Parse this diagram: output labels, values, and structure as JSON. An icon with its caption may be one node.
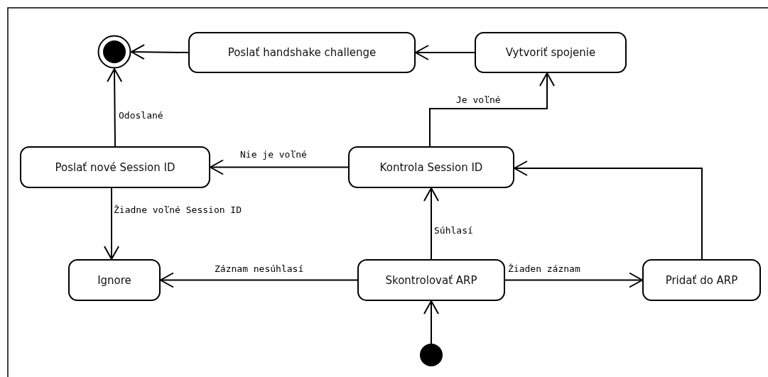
{
  "diagram": {
    "nodes": [
      {
        "text": [],
        "shape": "circle"
      },
      {
        "text": [
          "Poslať handshake challenge"
        ]
      },
      {
        "text": [
          "Vytvoriť spojenie"
        ]
      },
      {
        "text": [
          "Poslať nové Session ID"
        ]
      },
      {
        "text": [
          "Kontrola Session ID"
        ]
      },
      {
        "text": [
          "Ignore"
        ]
      },
      {
        "text": [
          "Skontrolovať ARP"
        ]
      },
      {
        "text": [
          "Pridať do ARP"
        ]
      },
      {
        "text": [],
        "shape": "circle"
      }
    ],
    "edges": [
      {
        "from": 1,
        "to": 0,
        "arrow": "to"
      },
      {
        "from": 2,
        "to": 1,
        "arrow": "to"
      },
      {
        "from": 4,
        "to": 2,
        "arrow": "to",
        "label": "Je voľné"
      },
      {
        "from": 4,
        "to": 3,
        "arrow": "to",
        "label": "Nie je voľné"
      },
      {
        "from": 3,
        "to": 0,
        "arrow": "to",
        "label": "Odoslané"
      },
      {
        "from": 3,
        "to": 5,
        "arrow": "to",
        "label": "Žiadne voľné Session ID"
      },
      {
        "from": 6,
        "to": 4,
        "arrow": "to",
        "label": "Súhlasí"
      },
      {
        "from": 6,
        "to": 5,
        "arrow": "to",
        "label": "Záznam nesúhlasí"
      },
      {
        "from": 6,
        "to": 7,
        "arrow": "to",
        "label": "Žiaden záznam"
      },
      {
        "from": 7,
        "to": 4,
        "arrow": "to"
      },
      {
        "from": 8,
        "to": 6,
        "arrow": "to"
      }
    ]
  }
}
